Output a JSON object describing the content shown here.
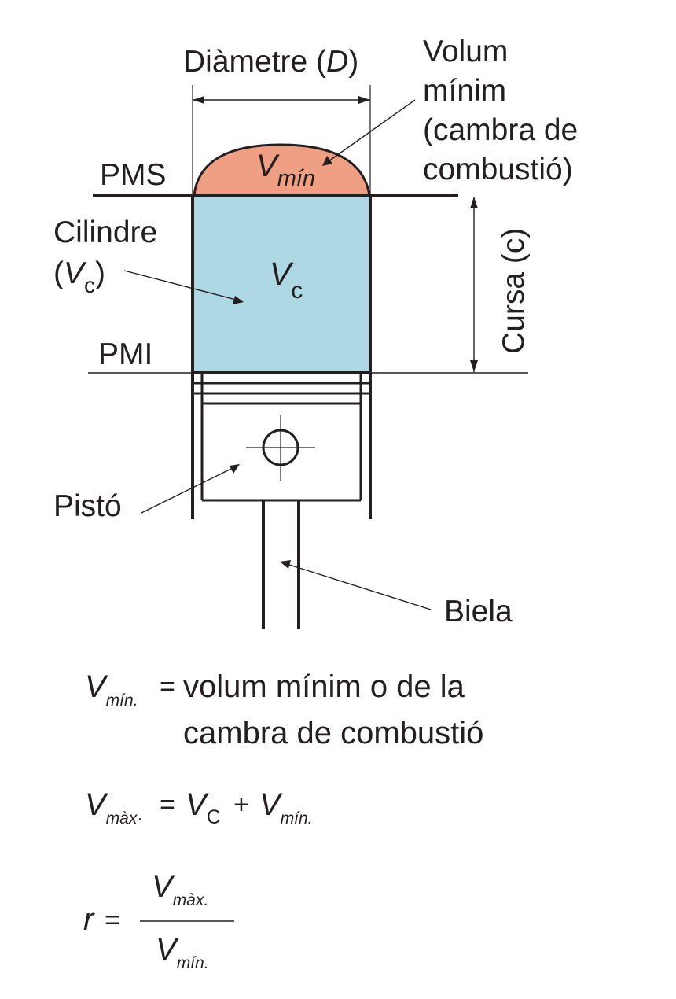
{
  "colors": {
    "cylinder_fill": "#add8e4",
    "chamber_fill": "#ef9f83",
    "ink": "#231f20",
    "background": "#ffffff"
  },
  "labels": {
    "diameter": {
      "text": "Diàmetre (",
      "symbol": "D",
      "close": ")"
    },
    "volum_minim": [
      "Volum",
      "mínim",
      "(cambra de",
      "combustió)"
    ],
    "pms": "PMS",
    "pmi": "PMI",
    "cilindre": {
      "line1": "Cilindre",
      "open": "(",
      "symbol": "V",
      "sub": "c",
      "close": ")"
    },
    "vc_inside": {
      "symbol": "V",
      "sub": "c"
    },
    "vmin_inside": {
      "symbol": "V",
      "sub": "mín"
    },
    "cursa": "Cursa (c)",
    "piston": "Pistó",
    "biela": "Biela"
  },
  "formulas": {
    "vmin_def": {
      "symbol": "V",
      "sub": "mín.",
      "equals": "=",
      "line1": "volum mínim o de la",
      "line2": "cambra de combustió"
    },
    "vmax_def": {
      "lhs_symbol": "V",
      "lhs_sub": "màx·",
      "equals": "=",
      "t1_symbol": "V",
      "t1_sub": "C",
      "plus": "+",
      "t2_symbol": "V",
      "t2_sub": "mín."
    },
    "ratio": {
      "lhs": "r",
      "equals": "=",
      "num_symbol": "V",
      "num_sub": "màx.",
      "den_symbol": "V",
      "den_sub": "mín."
    }
  }
}
